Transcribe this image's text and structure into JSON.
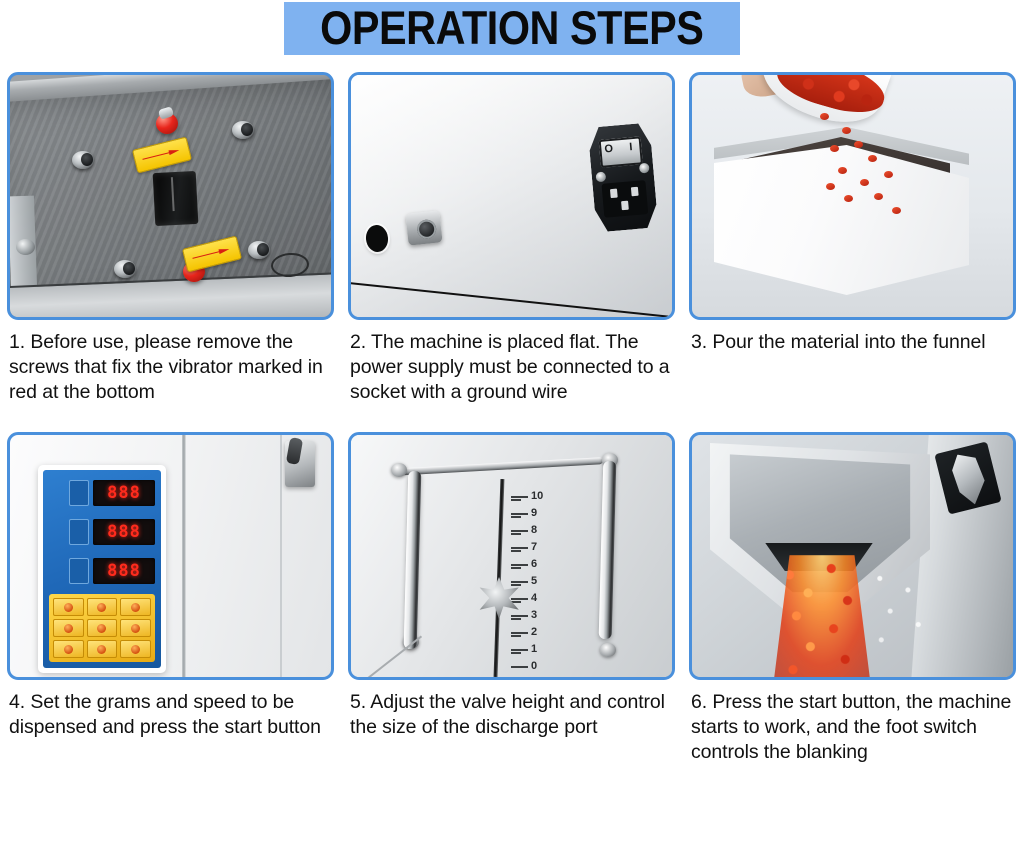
{
  "page": {
    "title_text": "OPERATION STEPS",
    "title_highlight_color": "#7FB2F0",
    "frame_border_color": "#4A90DC",
    "background_color": "#FFFFFF"
  },
  "steps": [
    {
      "number": "1",
      "caption": "1. Before use, please remove the screws that fix the vibrator marked in red at the bottom",
      "photo_name": "metal-base-plate-with-red-marked-screws",
      "photo_alt": "Underside galvanized metal plate with four black bolts, two red-capped screws and yellow arrow stickers, and a rectangular black slot"
    },
    {
      "number": "2",
      "caption": "2. The machine is placed flat. The power supply must be connected to a socket with a ground wire",
      "photo_name": "rear-power-inlet-panel",
      "photo_alt": "White machine rear panel with a black hole, an aviation connector and a black IEC power inlet with rocker switch",
      "rocker_off_label": "O",
      "rocker_on_label": "I"
    },
    {
      "number": "3",
      "caption": "3. Pour the material into the funnel",
      "photo_name": "pouring-material-into-hopper",
      "photo_alt": "Hand tipping a bowl of red beans into the open square stainless hopper"
    },
    {
      "number": "4",
      "caption": "4. Set the grams and speed to be dispensed and press the start button",
      "photo_name": "control-panel-with-led-displays",
      "photo_alt": "Blue control panel with three red LED displays and a yellow nine-key keypad",
      "led_displays": [
        "888",
        "888",
        "888"
      ],
      "led_color": "#FF2B1D",
      "panel_color": "#1F68B8",
      "keypad_color": "#E8AB14",
      "keypad_keys": [
        "",
        "",
        "",
        "",
        "",
        "",
        "",
        "",
        ""
      ]
    },
    {
      "number": "5",
      "caption": "5. Adjust the valve height and control the size of the discharge port",
      "photo_name": "valve-height-adjustment-scale",
      "photo_alt": "Valve height adjuster with two vertical rails, a star knob and a printed 0 to 10 scale",
      "scale_labels": [
        "10",
        "9",
        "8",
        "7",
        "6",
        "5",
        "4",
        "3",
        "2",
        "1",
        "0"
      ]
    },
    {
      "number": "6",
      "caption": "6. Press the start button, the machine starts to work, and the foot switch controls the blanking",
      "photo_name": "discharge-port-material-flow",
      "photo_alt": "Red material flowing out of the discharge funnel port while the machine runs"
    }
  ]
}
